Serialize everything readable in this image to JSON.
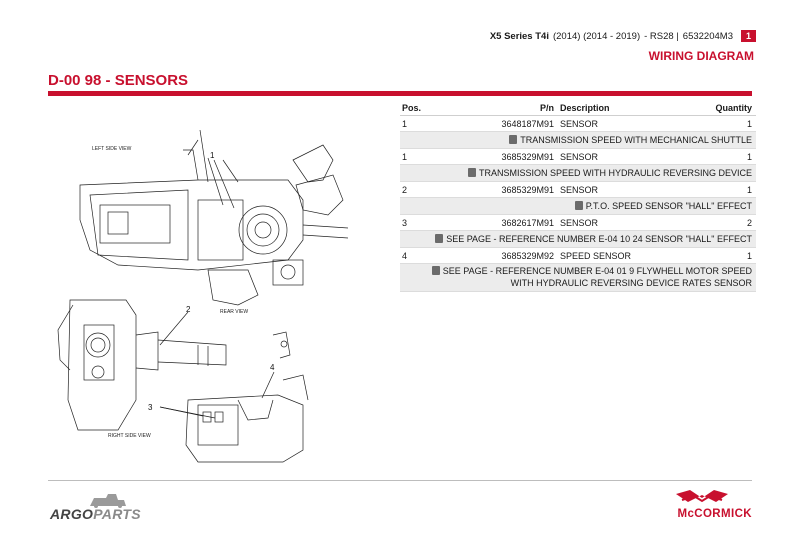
{
  "header": {
    "model": "X5 Series T4i",
    "years": "(2014) (2014 - 2019)",
    "suffix": "- RS28 |",
    "code": "6532204M3",
    "page": "1",
    "subtitle": "WIRING DIAGRAM"
  },
  "section_title": "D-00 98 -  SENSORS",
  "diagram": {
    "left_view": "LEFT SIDE VIEW",
    "rear_view": "REAR VIEW",
    "right_view": "RIGHT SIDE VIEW",
    "callouts": [
      "1",
      "2",
      "3",
      "4"
    ]
  },
  "table": {
    "headers": {
      "pos": "Pos.",
      "pn": "P/n",
      "desc": "Description",
      "qty": "Quantity"
    },
    "r1": {
      "pos": "1",
      "pn": "3648187M91",
      "desc": "SENSOR",
      "qty": "1"
    },
    "n1": "TRANSMISSION SPEED WITH MECHANICAL SHUTTLE",
    "r2": {
      "pos": "1",
      "pn": "3685329M91",
      "desc": "SENSOR",
      "qty": "1"
    },
    "n2": "TRANSMISSION SPEED WITH HYDRAULIC REVERSING DEVICE",
    "r3": {
      "pos": "2",
      "pn": "3685329M91",
      "desc": "SENSOR",
      "qty": "1"
    },
    "n3": "P.T.O. SPEED SENSOR \"HALL\" EFFECT",
    "r4": {
      "pos": "3",
      "pn": "3682617M91",
      "desc": "SENSOR",
      "qty": "2"
    },
    "n4": "SEE PAGE - REFERENCE NUMBER E-04 10 24 SENSOR \"HALL\" EFFECT",
    "r5": {
      "pos": "4",
      "pn": "3685329M92",
      "desc": "SPEED SENSOR",
      "qty": "1"
    },
    "n5a": "SEE PAGE - REFERENCE NUMBER E-04 01 9 FLYWHELL MOTOR SPEED",
    "n5b": "WITH HYDRAULIC REVERSING DEVICE RATES SENSOR"
  },
  "footer": {
    "left_logo_a": "ARGO",
    "left_logo_b": "PARTS",
    "right_logo": "McCORMICK"
  },
  "colors": {
    "accent": "#c8102e",
    "note_bg": "#ececec"
  }
}
